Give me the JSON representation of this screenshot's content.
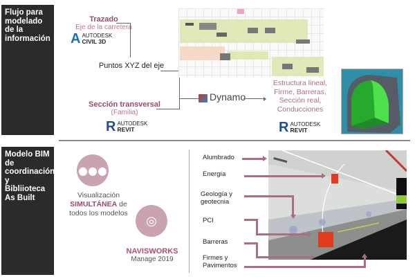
{
  "section1": {
    "sidebar_title": "Flujo para modelado de la información",
    "trazado": {
      "title": "Trazado",
      "subtitle": "Eje de la carretera"
    },
    "civil3d": {
      "brand": "AUTODESK",
      "product": "CIVIL 3D"
    },
    "puntos": "Puntos XYZ del eje",
    "seccion": {
      "title": "Sección transversal",
      "subtitle": "(Familia)"
    },
    "revit1": {
      "brand": "AUTODESK",
      "product": "REVIT"
    },
    "dynamo": "Dynamo",
    "outputs": "Estructura lineal, Firme, Barreras, Sección real, Conducciones",
    "revit2": {
      "brand": "AUTODESK",
      "product": "REVIT"
    }
  },
  "section2": {
    "sidebar_title": "Modelo BIM de coordinación y Bibliioteca As Built",
    "visualizacion": {
      "line1": "Visualización",
      "bold": "SIMULTÁNEA",
      "line2_rest": " de",
      "line3": "todos los modelos"
    },
    "navisworks": {
      "title": "NAVISWORKS",
      "subtitle": "Manage 2019"
    },
    "labels": [
      "Alumbrado",
      "Energía",
      "Geología y geotecnia",
      "PCI",
      "Barreras",
      "Firmes y Pavimentos"
    ]
  },
  "colors": {
    "accent": "#9b4a64",
    "circle": "#c9a3ae",
    "arrow": "#a86f80",
    "sidebar": "#2b2b2b"
  }
}
